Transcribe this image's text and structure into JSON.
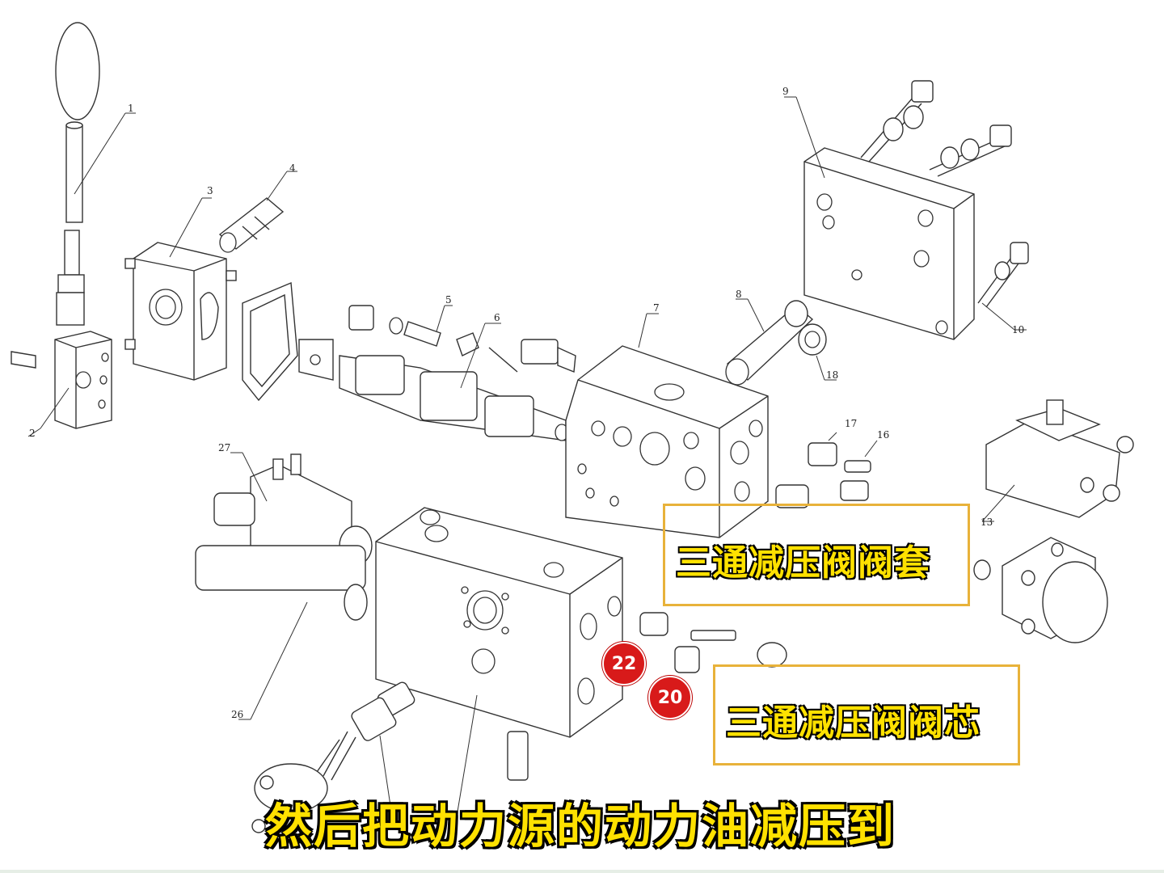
{
  "part_numbers": [
    "1",
    "2",
    "3",
    "4",
    "5",
    "6",
    "7",
    "8",
    "9",
    "10",
    "13",
    "16",
    "17",
    "18",
    "26",
    "27"
  ],
  "callouts": {
    "valve_sleeve": "三通减压阀阀套",
    "valve_core": "三通减压阀阀芯"
  },
  "badges": {
    "badge_22": "22",
    "badge_20": "20"
  },
  "subtitle": "然后把动力源的动力油减压到",
  "colors": {
    "callout_border": "#e8b23a",
    "callout_text": "#ffe100",
    "badge_fill": "#d81a1a",
    "line_art": "#333333"
  }
}
